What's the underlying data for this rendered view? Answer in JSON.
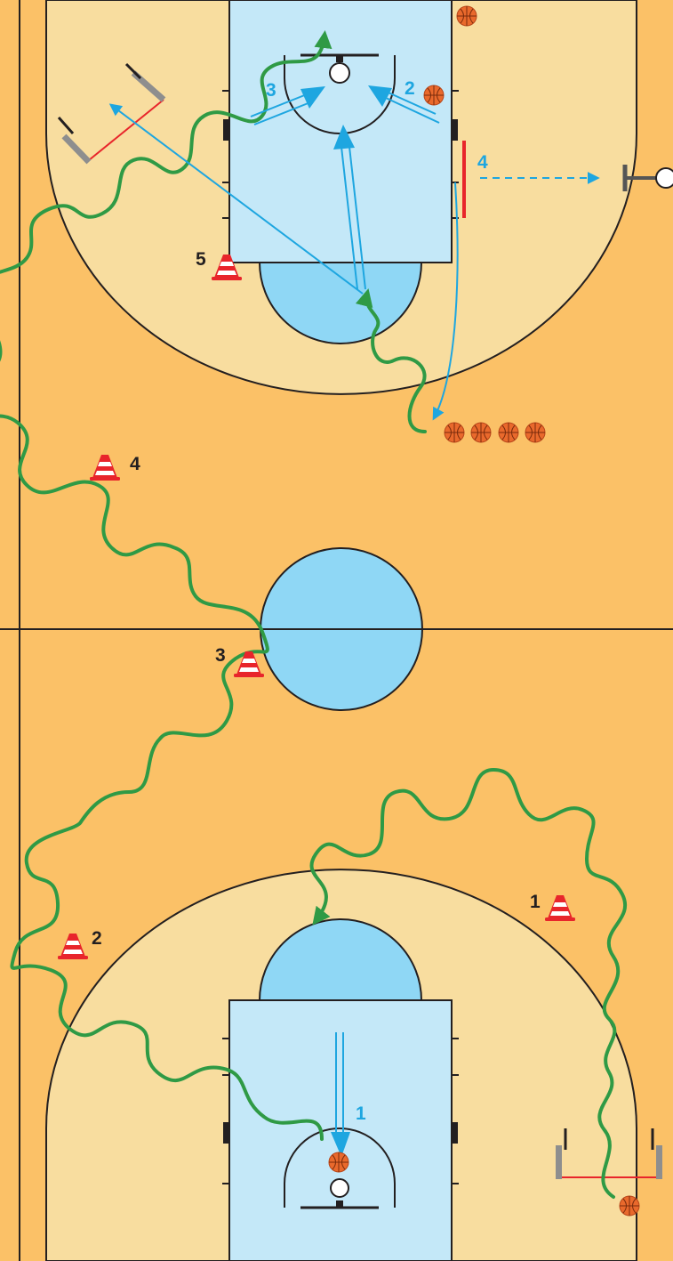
{
  "colors": {
    "court": "#fbc167",
    "three_point_area": "#f8dd9f",
    "key": "#c4e8f8",
    "circle_fill": "#8fd7f5",
    "line": "#231f20",
    "pass_arrow": "#1ea6e0",
    "dribble_path": "#2f9a45",
    "cone": "#e8252b",
    "ball": "#e9692c",
    "chair": "#8e8e8e",
    "tape": "#e8252b"
  },
  "icons": {
    "cone": "traffic-cone-icon",
    "ball": "basketball-icon",
    "chair": "chair-icon"
  },
  "labels": {
    "cone_1": "1",
    "cone_2": "2",
    "cone_3": "3",
    "cone_4": "4",
    "cone_5": "5",
    "pass_1": "1",
    "pass_2": "2",
    "pass_3": "3",
    "pass_4": "4"
  }
}
